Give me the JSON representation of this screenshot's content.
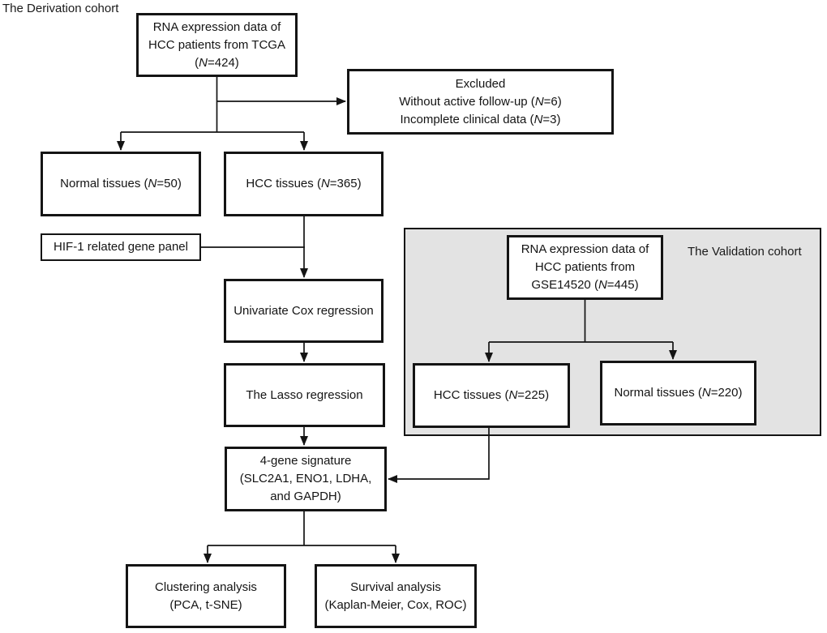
{
  "colors": {
    "background": "#ffffff",
    "box_border": "#141414",
    "box_fill": "#ffffff",
    "validation_region_fill": "#e3e3e3",
    "connector_line": "#141414",
    "text": "#1a1a1a"
  },
  "labels": {
    "derivation_cohort": "The Derivation cohort",
    "validation_cohort": "The Validation cohort"
  },
  "boxes": {
    "tcga": {
      "lines": [
        "RNA expression data of",
        "HCC patients from TCGA",
        "(N=424)"
      ]
    },
    "excluded": {
      "lines": [
        "Excluded",
        "Without active follow-up (N=6)",
        "Incomplete clinical data (N=3)"
      ]
    },
    "normal_derivation": {
      "lines": [
        "Normal tissues (N=50)"
      ]
    },
    "hcc_derivation": {
      "lines": [
        "HCC tissues (N=365)"
      ]
    },
    "hif1_panel": {
      "lines": [
        "HIF-1 related gene panel"
      ]
    },
    "univariate_cox": {
      "lines": [
        "Univariate Cox regression"
      ]
    },
    "lasso": {
      "lines": [
        "The Lasso regression"
      ]
    },
    "gse14520": {
      "lines": [
        "RNA expression data of",
        "HCC patients from",
        "GSE14520 (N=445)"
      ]
    },
    "hcc_validation": {
      "lines": [
        "HCC tissues (N=225)"
      ]
    },
    "normal_validation": {
      "lines": [
        "Normal tissues (N=220)"
      ]
    },
    "four_gene_signature": {
      "lines": [
        "4-gene signature",
        "(SLC2A1, ENO1, LDHA,",
        "and GAPDH)"
      ]
    },
    "clustering": {
      "lines": [
        "Clustering analysis",
        "(PCA, t-SNE)"
      ]
    },
    "survival": {
      "lines": [
        "Survival analysis",
        "(Kaplan-Meier, Cox, ROC)"
      ]
    }
  }
}
